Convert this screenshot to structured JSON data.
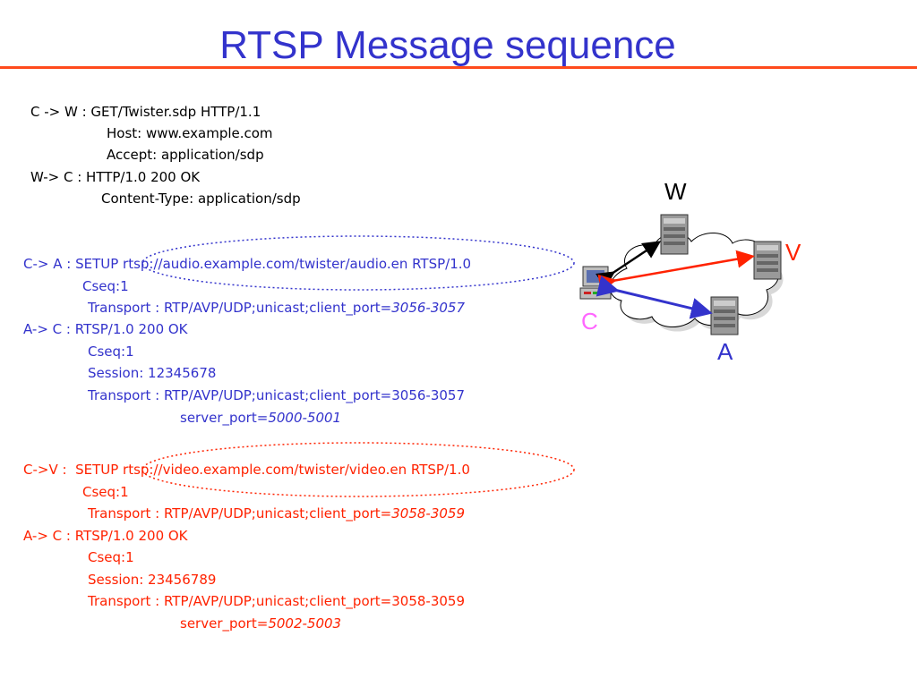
{
  "title": "RTSP Message sequence",
  "colors": {
    "title": "#3333cc",
    "rule": "#ff4a1c",
    "audio": "#3333cc",
    "video": "#ff2200",
    "client": "#ff66ff"
  },
  "http": {
    "l1": "C -> W : GET/Twister.sdp HTTP/1.1",
    "l2": "Host: www.example.com",
    "l3": "Accept: application/sdp",
    "l4": "W-> C : HTTP/1.0 200 OK",
    "l5": "Content-Type: application/sdp"
  },
  "audio": {
    "l1": "C-> A : SETUP rtsp://audio.example.com/twister/audio.en RTSP/1.0",
    "l2": "Cseq:1",
    "l3a": "Transport : RTP/AVP/UDP;unicast;client_port=",
    "l3b": "3056-3057",
    "l4": "A-> C : RTSP/1.0 200 OK",
    "l5": "Cseq:1",
    "l6": "Session: 12345678",
    "l7": "Transport : RTP/AVP/UDP;unicast;client_port=3056-3057",
    "l8a": "server_port=",
    "l8b": "5000-5001"
  },
  "video": {
    "l1": "C->V :  SETUP rtsp://video.example.com/twister/video.en RTSP/1.0",
    "l2": "Cseq:1",
    "l3a": "Transport : RTP/AVP/UDP;unicast;client_port=",
    "l3b": "3058-3059",
    "l4": "A-> C : RTSP/1.0 200 OK",
    "l5": "Cseq:1",
    "l6": "Session: 23456789",
    "l7": "Transport : RTP/AVP/UDP;unicast;client_port=3058-3059",
    "l8a": "server_port=",
    "l8b": "5002-5003"
  },
  "network": {
    "w": "W",
    "v": "V",
    "c": "C",
    "a": "A"
  }
}
